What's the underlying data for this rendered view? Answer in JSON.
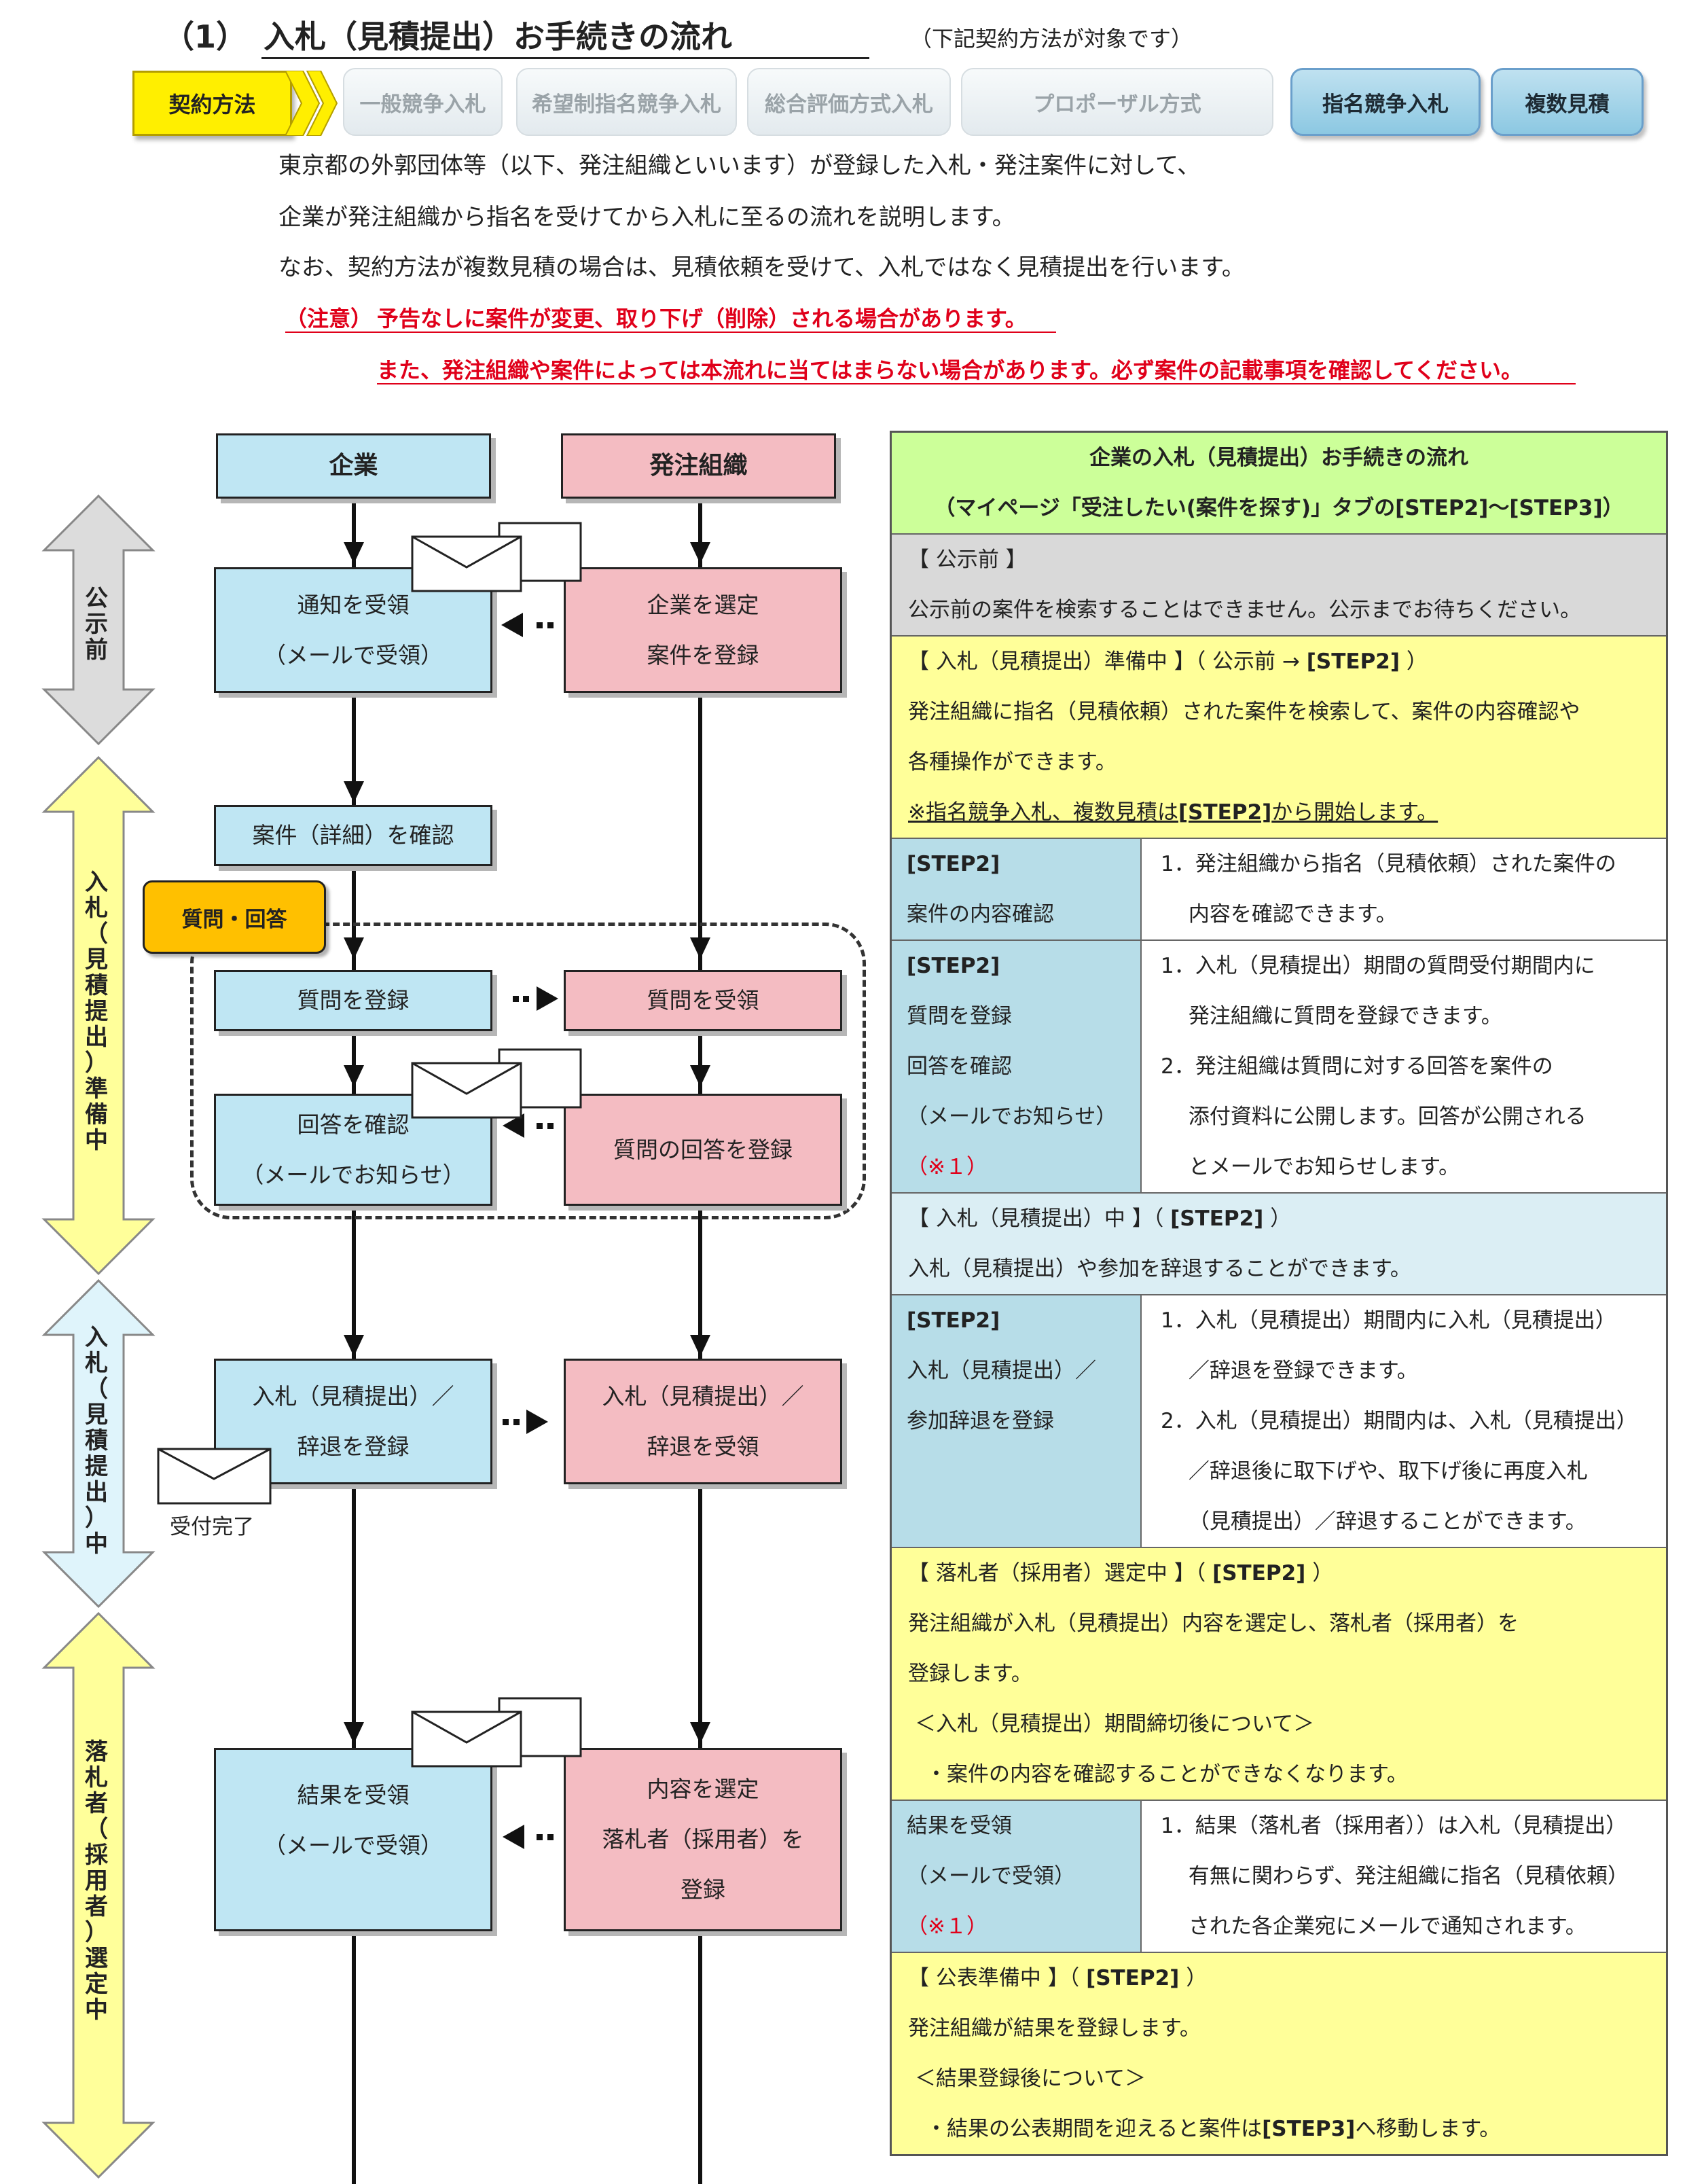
{
  "heading": {
    "number": "（1）",
    "title": "入札（見積提出）お手続きの流れ",
    "note": "（下記契約方法が対象です）"
  },
  "methods": {
    "label": "契約方法",
    "items": [
      {
        "label": "一般競争入札",
        "active": false
      },
      {
        "label": "希望制指名競争入札",
        "active": false
      },
      {
        "label": "総合評価方式入札",
        "active": false
      },
      {
        "label": "プロポーザル方式",
        "active": false
      },
      {
        "label": "指名競争入札",
        "active": true
      },
      {
        "label": "複数見積",
        "active": true
      }
    ]
  },
  "intro": {
    "lines": [
      "東京都の外郭団体等（以下、発注組織といいます）が登録した入札・発注案件に対して、",
      "企業が発注組織から指名を受けてから入札に至るの流れを説明します。",
      "なお、契約方法が複数見積の場合は、見積依頼を受けて、入札ではなく見積提出を行います。"
    ],
    "warn_prefix": "（注意）",
    "warn1": "予告なしに案件が変更、取り下げ（削除）される場合があります。",
    "warn2": "また、発注組織や案件によっては本流れに当てはまらない場合があります。必ず案件の記載事項を確認してください。"
  },
  "flow": {
    "col_company": "企業",
    "col_org": "発注組織",
    "stages": [
      "公示前",
      "入札（見積提出）準備中",
      "入札（見積提出）中",
      "落札者（採用者）選定中"
    ],
    "qa_tag": "質問・回答",
    "receipt_label": "受付完了",
    "company_boxes": [
      [
        "通知を受領",
        "（メールで受領）"
      ],
      [
        "案件（詳細）を確認"
      ],
      [
        "質問を登録"
      ],
      [
        "回答を確認",
        "（メールでお知らせ）"
      ],
      [
        "入札（見積提出）／",
        "辞退を登録"
      ],
      [
        "結果を受領",
        "（メールで受領）"
      ]
    ],
    "org_boxes": [
      [
        "企業を選定",
        "案件を登録"
      ],
      [
        "質問を受領"
      ],
      [
        "質問の回答を登録"
      ],
      [
        "入札（見積提出）／",
        "辞退を受領"
      ],
      [
        "内容を選定",
        "落札者（採用者）を",
        "登録"
      ]
    ]
  },
  "table": {
    "title1": "企業の入札（見積提出）お手続きの流れ",
    "title2": "（マイページ「受注したい(案件を探す)」タブの[STEP2]～[STEP3]）",
    "s1": {
      "head": "【 公示前 】",
      "body": "公示前の案件を検索することはできません。公示までお待ちください。"
    },
    "s2": {
      "head_a": "【 入札（見積提出）準備中 】（ 公示前 → ",
      "head_b": "[STEP2]",
      "head_c": " ）",
      "l1": "発注組織に指名（見積依頼）された案件を検索して、案件の内容確認や",
      "l2": "各種操作ができます。",
      "note_a": "※指名競争入札、複数見積は",
      "note_b": "[STEP2]",
      "note_c": "から開始します。"
    },
    "r1": {
      "step": "[STEP2]",
      "left": [
        "案件の内容確認"
      ],
      "right": [
        "1．発注組織から指名（見積依頼）された案件の",
        "　 内容を確認できます。"
      ]
    },
    "r2": {
      "step": "[STEP2]",
      "left": [
        "質問を登録",
        "回答を確認",
        "（メールでお知らせ）"
      ],
      "left_red": "（※１）",
      "right": [
        "1．入札（見積提出）期間の質問受付期間内に",
        "　 発注組織に質問を登録できます。",
        "2．発注組織は質問に対する回答を案件の",
        "　 添付資料に公開します。回答が公開される",
        "　 とメールでお知らせします。"
      ]
    },
    "s3": {
      "head_a": "【 入札（見積提出）中 】（ ",
      "head_b": "[STEP2]",
      "head_c": " ）",
      "body": "入札（見積提出）や参加を辞退することができます。"
    },
    "r3": {
      "step": "[STEP2]",
      "left": [
        "入札（見積提出）／",
        "参加辞退を登録"
      ],
      "right": [
        "1．入札（見積提出）期間内に入札（見積提出）",
        "　 ／辞退を登録できます。",
        "2．入札（見積提出）期間内は、入札（見積提出）",
        "　 ／辞退後に取下げや、取下げ後に再度入札",
        "　 （見積提出）／辞退することができます。"
      ]
    },
    "s4": {
      "head_a": "【 落札者（採用者）選定中 】（ ",
      "head_b": "[STEP2]",
      "head_c": " ）",
      "l1": "発注組織が入札（見積提出）内容を選定し、落札者（採用者）を",
      "l2": "登録します。",
      "l3": "＜入札（見積提出）期間締切後について＞",
      "l4": "・案件の内容を確認することができなくなります。"
    },
    "r4": {
      "left": [
        "結果を受領",
        "（メールで受領）"
      ],
      "left_red": "（※１）",
      "right": [
        "1．結果（落札者（採用者））は入札（見積提出）",
        "　 有無に関わらず、発注組織に指名（見積依頼）",
        "　 された各企業宛にメールで通知されます。"
      ]
    },
    "s5": {
      "head_a": "【 公表準備中 】（ ",
      "head_b": "[STEP2]",
      "head_c": " ）",
      "l1": "発注組織が結果を登録します。",
      "l2": "＜結果登録後について＞",
      "l3_a": "・結果の公表期間を迎えると案件は",
      "l3_b": "[STEP3]",
      "l3_c": "へ移動します。"
    }
  },
  "colors": {
    "company": "#bfe6f3",
    "org": "#f4bcc2",
    "yellow": "#ffff99",
    "gray": "#d9d9d9",
    "green": "#ccff99",
    "step_blue": "#b7dde8",
    "light_blue": "#dbeef4",
    "warn": "#e0001a",
    "tab_head": "#ffef00"
  }
}
